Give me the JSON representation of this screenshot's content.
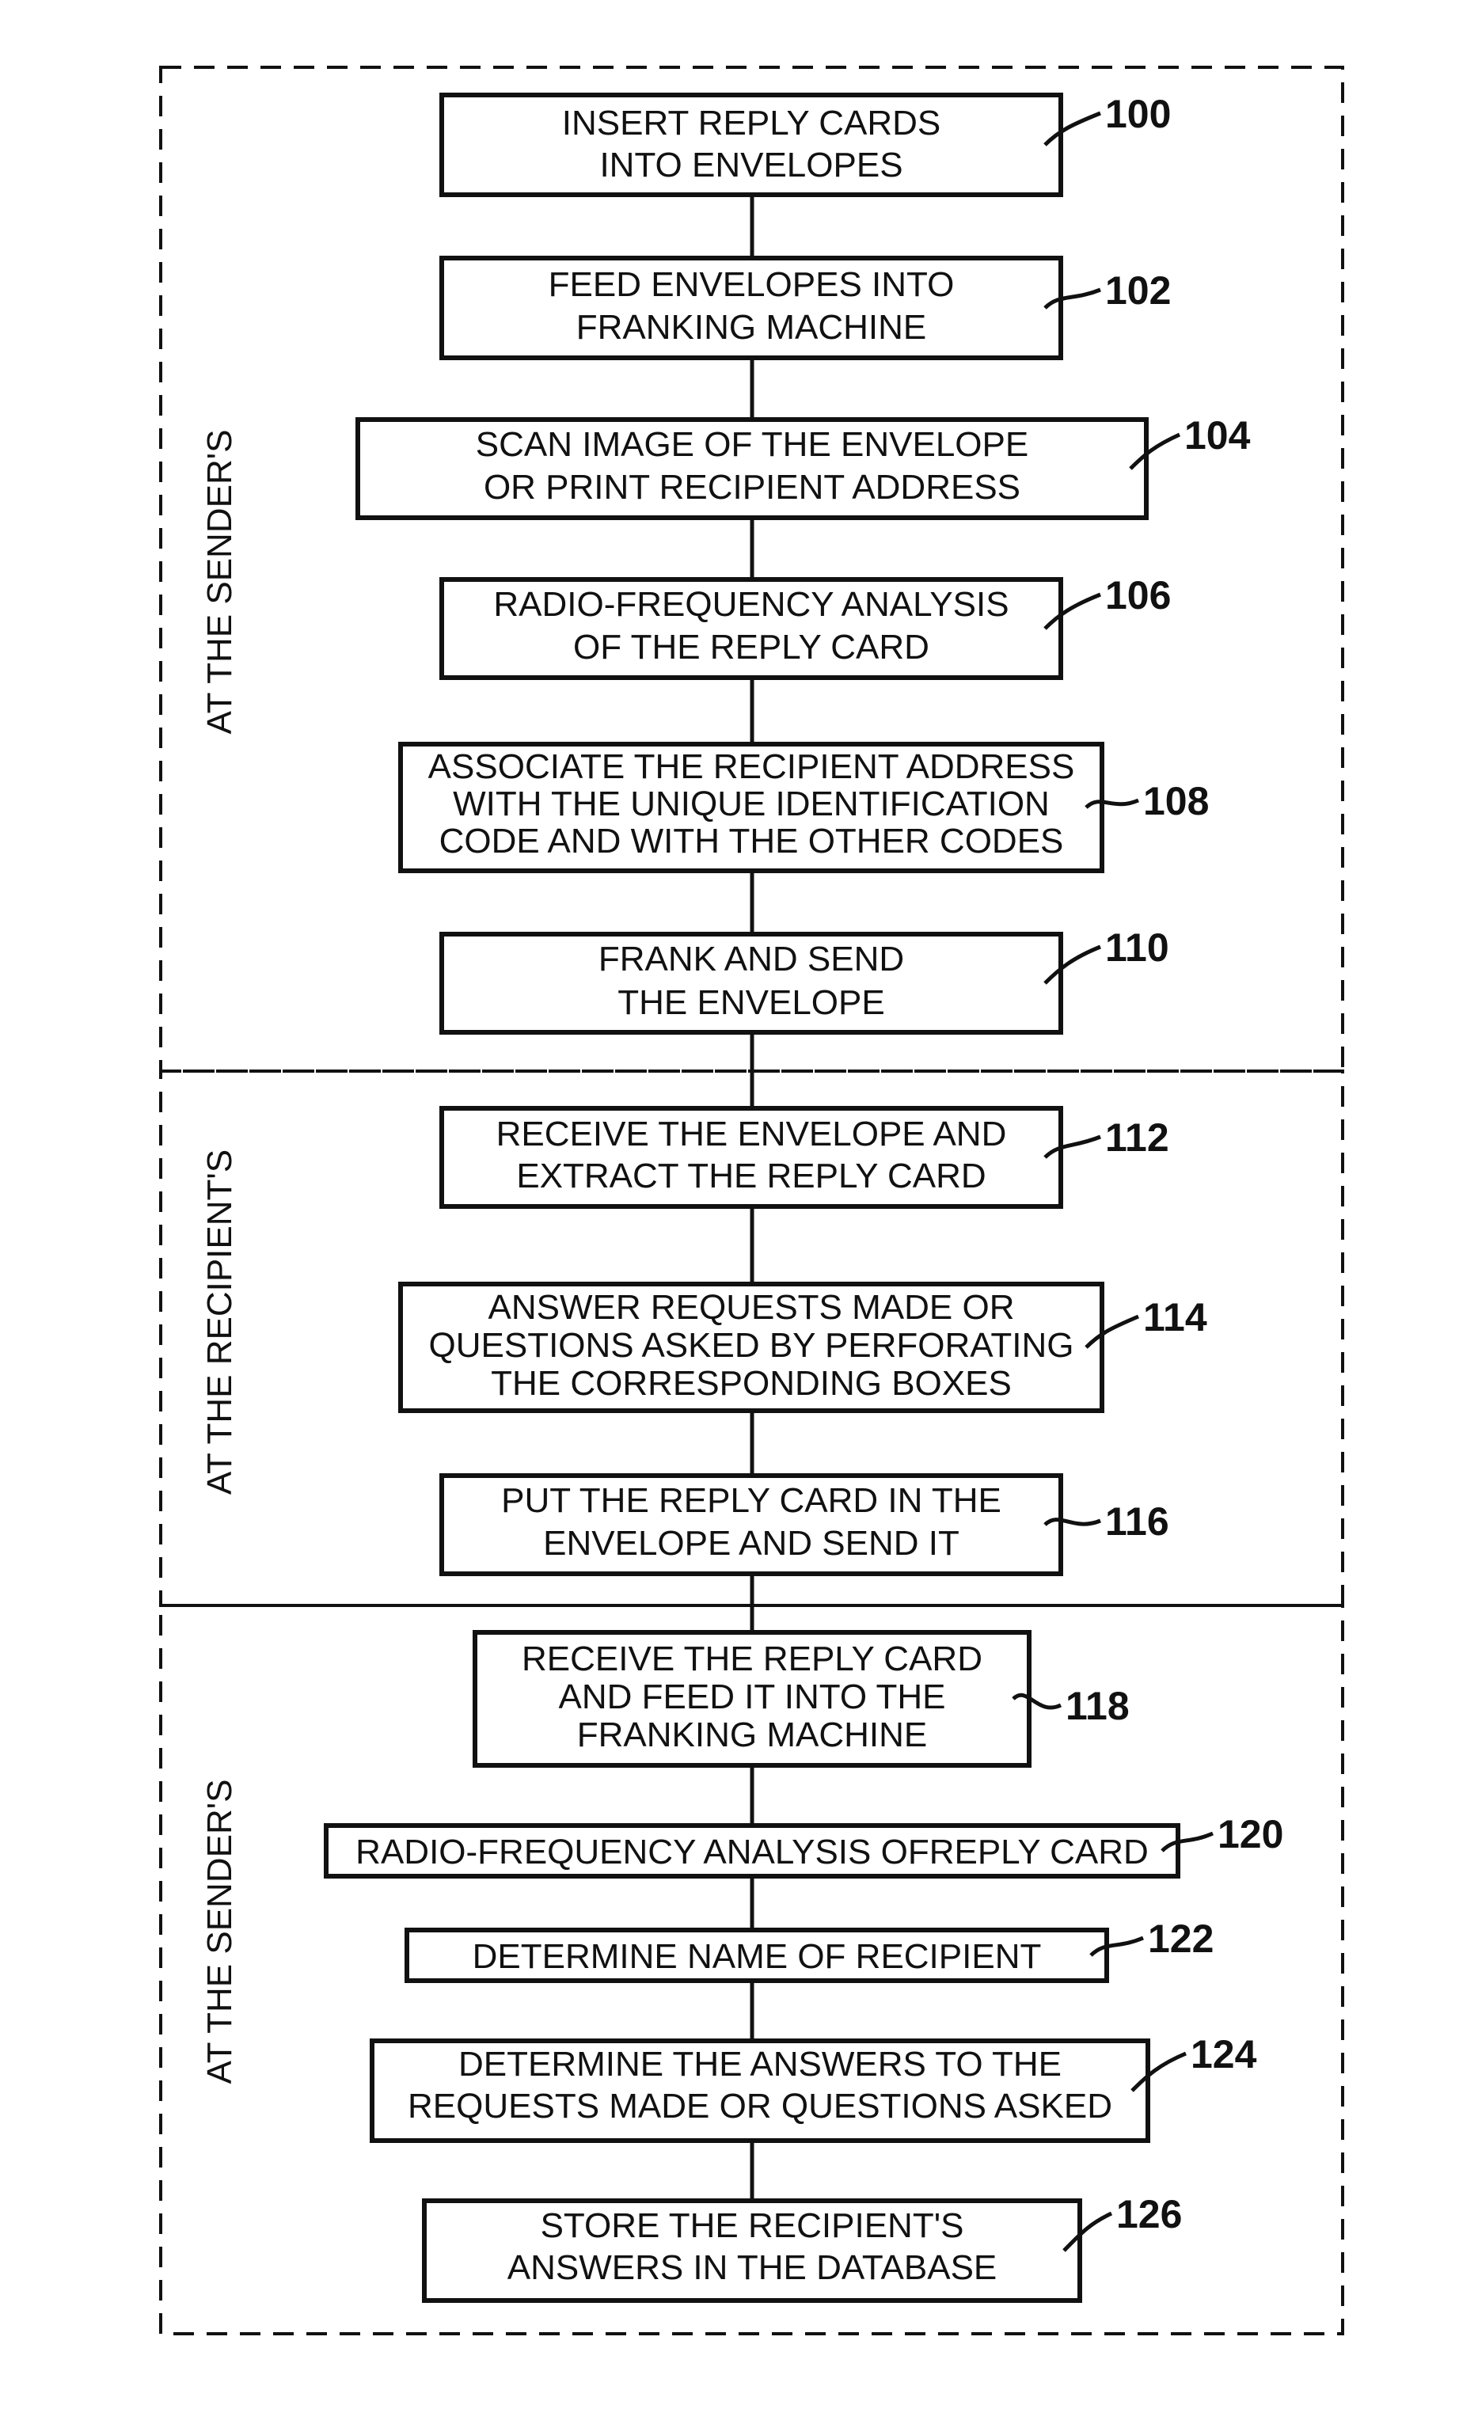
{
  "sections": [
    {
      "id": "s1",
      "label": "AT THE SENDER'S"
    },
    {
      "id": "s2",
      "label": "AT THE RECIPIENT'S"
    },
    {
      "id": "s3",
      "label": "AT THE SENDER'S"
    }
  ],
  "steps": [
    {
      "ref": "100",
      "lines": [
        "INSERT REPLY CARDS",
        "INTO ENVELOPES"
      ]
    },
    {
      "ref": "102",
      "lines": [
        "FEED ENVELOPES INTO",
        "FRANKING MACHINE"
      ]
    },
    {
      "ref": "104",
      "lines": [
        "SCAN IMAGE OF THE ENVELOPE",
        "OR PRINT RECIPIENT ADDRESS"
      ]
    },
    {
      "ref": "106",
      "lines": [
        "RADIO-FREQUENCY ANALYSIS",
        "OF THE REPLY CARD"
      ]
    },
    {
      "ref": "108",
      "lines": [
        "ASSOCIATE THE RECIPIENT ADDRESS",
        "WITH THE UNIQUE IDENTIFICATION",
        "CODE AND WITH THE OTHER CODES"
      ]
    },
    {
      "ref": "110",
      "lines": [
        "FRANK AND SEND",
        "THE ENVELOPE"
      ]
    },
    {
      "ref": "112",
      "lines": [
        "RECEIVE THE ENVELOPE AND",
        "EXTRACT THE REPLY CARD"
      ]
    },
    {
      "ref": "114",
      "lines": [
        "ANSWER REQUESTS MADE OR",
        "QUESTIONS ASKED BY PERFORATING",
        "THE CORRESPONDING BOXES"
      ]
    },
    {
      "ref": "116",
      "lines": [
        "PUT THE REPLY CARD IN THE",
        "ENVELOPE AND SEND IT"
      ]
    },
    {
      "ref": "118",
      "lines": [
        "RECEIVE THE REPLY CARD",
        "AND FEED IT INTO THE",
        "FRANKING MACHINE"
      ]
    },
    {
      "ref": "120",
      "lines": [
        "RADIO-FREQUENCY ANALYSIS OFREPLY CARD"
      ]
    },
    {
      "ref": "122",
      "lines": [
        "DETERMINE NAME OF RECIPIENT"
      ]
    },
    {
      "ref": "124",
      "lines": [
        "DETERMINE THE ANSWERS TO THE",
        "REQUESTS MADE OR QUESTIONS ASKED"
      ]
    },
    {
      "ref": "126",
      "lines": [
        "STORE THE RECIPIENT'S",
        "ANSWERS IN THE DATABASE"
      ]
    }
  ]
}
